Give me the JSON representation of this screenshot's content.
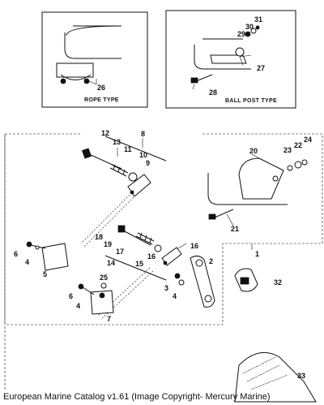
{
  "inset_captions": {
    "rope": "ROPE TYPE",
    "ball_post": "BALL POST TYPE"
  },
  "part_numbers": {
    "p1": "1",
    "p2": "2",
    "p3": "3",
    "p4a": "4",
    "p4b": "4",
    "p4c": "4",
    "p5": "5",
    "p6a": "6",
    "p6b": "6",
    "p7": "7",
    "p8": "8",
    "p9": "9",
    "p10": "10",
    "p11": "11",
    "p12": "12",
    "p13": "13",
    "p14": "14",
    "p15": "15",
    "p16a": "16",
    "p16b": "16",
    "p17": "17",
    "p18": "18",
    "p19": "19",
    "p20": "20",
    "p21": "21",
    "p22": "22",
    "p23": "23",
    "p24": "24",
    "p25": "25",
    "p26": "26",
    "p27": "27",
    "p28": "28",
    "p29": "29",
    "p30": "30",
    "p31": "31",
    "p32": "32",
    "p33": "33"
  },
  "footer": {
    "caption": "European Marine Catalog v1.61 (Image Copyright- Mercury Marine)"
  }
}
